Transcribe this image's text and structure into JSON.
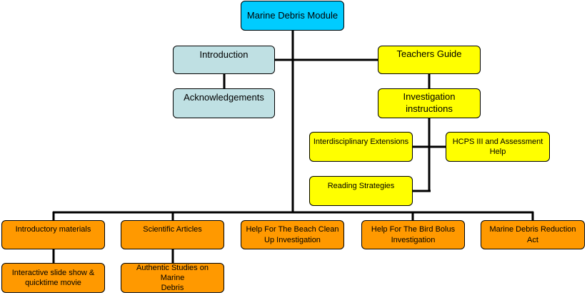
{
  "colors": {
    "root": "#00ccff",
    "intro_branch": "#bfe0e3",
    "guide_branch": "#ffff00",
    "bottom_row": "#ff9900",
    "connector": "#000000"
  },
  "nodes": {
    "root": "Marine Debris Module",
    "introduction": "Introduction",
    "acknowledgements": "Acknowledgements",
    "teachers_guide": "Teachers Guide",
    "investigation_instructions": "Investigation\ninstructions",
    "interdisciplinary_extensions": "Interdisciplinary Extensions",
    "hcps": "HCPS III and Assessment\nHelp",
    "reading_strategies": "Reading Strategies",
    "introductory_materials": "Introductory materials",
    "interactive_slide_show": "Interactive slide show &\nquicktime movie",
    "scientific_articles": "Scientific Articles",
    "authentic_studies": "Authentic Studies on Marine\nDebris",
    "beach_cleanup": "Help For The Beach Clean\nUp Investigation",
    "bird_bolus": "Help For The Bird Bolus\nInvestigation",
    "reduction_act": "Marine Debris Reduction\nAct"
  }
}
